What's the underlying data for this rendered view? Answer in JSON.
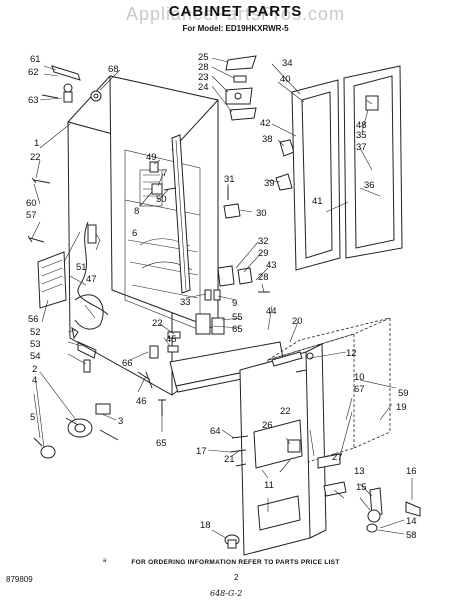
{
  "watermark": "AppliancePartsPros.com",
  "title": "CABINET PARTS",
  "model_line": "For Model: ED19HKXRWR-5",
  "ordering_note": "FOR ORDERING INFORMATION REFER TO PARTS PRICE LIST",
  "doc_code": "879809",
  "page_number": "2",
  "handwritten_note": "648-G-2",
  "corner_mark": "a",
  "callouts": [
    "61",
    "62",
    "68",
    "63",
    "1",
    "22",
    "60",
    "57",
    "51",
    "47",
    "56",
    "52",
    "53",
    "54",
    "2",
    "4",
    "5",
    "3",
    "25",
    "28",
    "23",
    "24",
    "49",
    "7",
    "8",
    "50",
    "31",
    "30",
    "34",
    "40",
    "42",
    "38",
    "39",
    "48",
    "35",
    "37",
    "36",
    "41",
    "32",
    "29",
    "43",
    "28",
    "33",
    "9",
    "44",
    "55",
    "65",
    "22",
    "45",
    "66",
    "46",
    "65",
    "20",
    "12",
    "10",
    "67",
    "59",
    "19",
    "64",
    "21",
    "26",
    "22",
    "11",
    "17",
    "27",
    "13",
    "16",
    "15",
    "14",
    "58",
    "18",
    "6"
  ]
}
